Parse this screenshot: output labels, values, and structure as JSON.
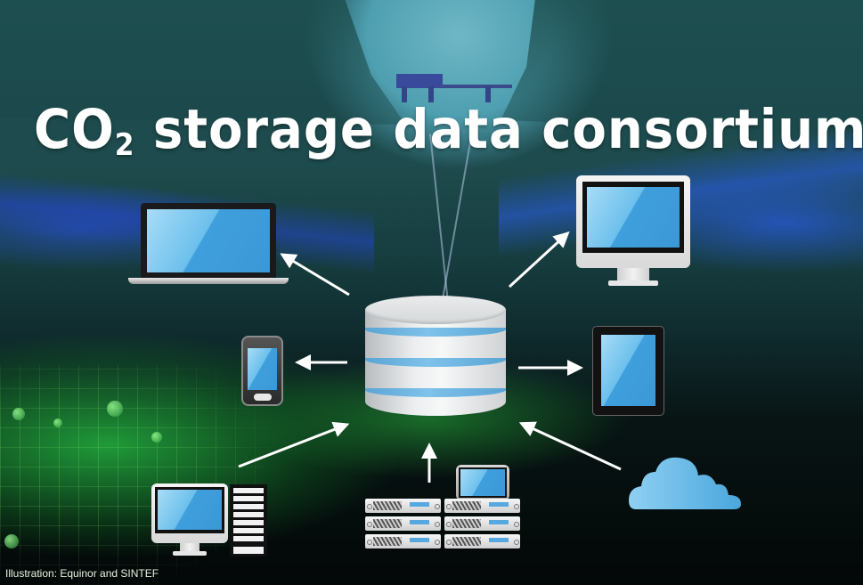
{
  "title": {
    "main_prefix": "CO",
    "subscript": "2",
    "main_suffix": " storage data consortium"
  },
  "credit": "Illustration: Equinor and SINTEF",
  "diagram": {
    "center": {
      "name": "central database",
      "icon": "database-icon"
    },
    "nodes": [
      {
        "id": "laptop",
        "icon": "laptop-icon",
        "direction": "outgoing"
      },
      {
        "id": "desktop-monitor-top-right",
        "icon": "monitor-icon",
        "direction": "outgoing"
      },
      {
        "id": "smartphone",
        "icon": "smartphone-icon",
        "direction": "outgoing"
      },
      {
        "id": "tablet",
        "icon": "tablet-icon",
        "direction": "outgoing"
      },
      {
        "id": "workstation-with-rack",
        "icon": "monitor-and-rack-icon",
        "direction": "incoming"
      },
      {
        "id": "server-stack-with-laptop",
        "icon": "server-stack-icon",
        "direction": "incoming"
      },
      {
        "id": "cloud",
        "icon": "cloud-icon",
        "direction": "incoming"
      }
    ]
  },
  "colors": {
    "title_text": "#ffffff",
    "screen_blue": "#6cc0ec",
    "db_ring_blue": "#5aa5d4",
    "cloud_blue": "#6cc0ec",
    "green_glow": "#28c846",
    "deep_blue_band": "#2846be"
  }
}
